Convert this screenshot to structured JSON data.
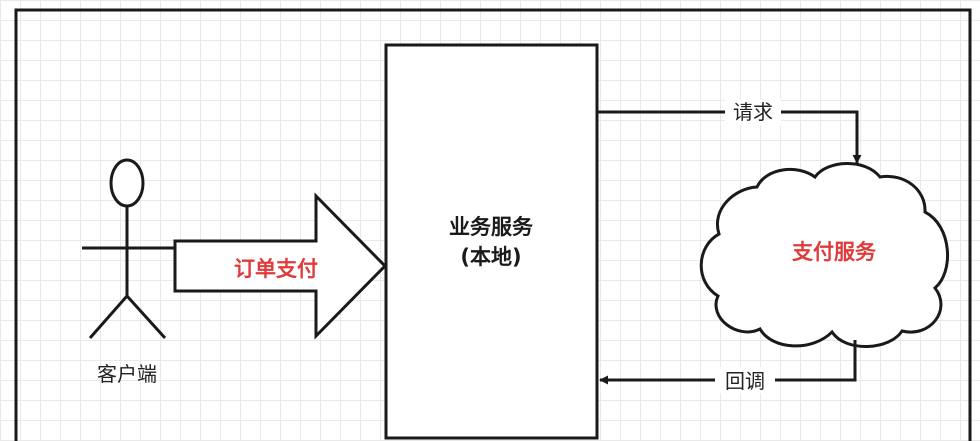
{
  "actor": {
    "label": "客户端"
  },
  "arrow_order": {
    "label": "订单支付",
    "color": "#e03b3b"
  },
  "business": {
    "line1": "业务服务",
    "line2": "(本地)"
  },
  "cloud": {
    "label": "支付服务",
    "color": "#e03b3b"
  },
  "edges": {
    "request": "请求",
    "callback": "回调"
  }
}
